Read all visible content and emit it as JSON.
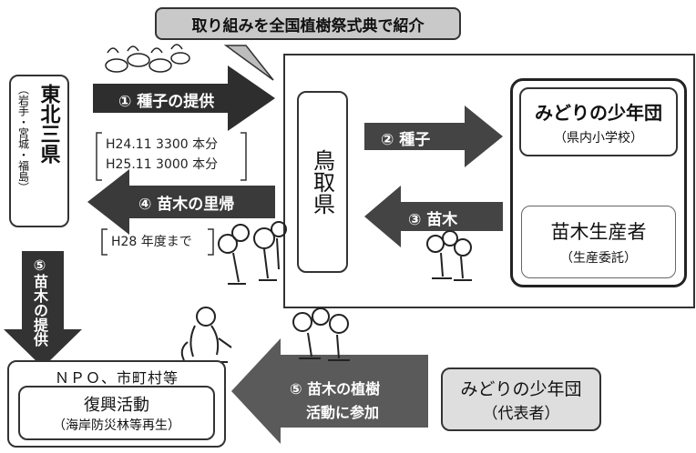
{
  "banner": {
    "text": "取り組みを全国植樹祭式典で紹介"
  },
  "tohoku": {
    "name": "東北三県",
    "sub": "（岩手・宮城・福島）"
  },
  "tottori": {
    "name": "鳥取県"
  },
  "steps": {
    "s1": "① 種子の提供",
    "s2": "② 種子",
    "s3": "③ 苗木",
    "s4": "④ 苗木の里帰",
    "s5v": "⑤苗木の提供",
    "s5a": "⑤ 苗木の植樹",
    "s5b": "活動に参加"
  },
  "bracket1": {
    "line1": "H24.11 3300 本分",
    "line2": "H25.11 3000 本分"
  },
  "bracket2": {
    "line1": "H28 年度まで"
  },
  "midori": {
    "title": "みどりの少年団",
    "sub": "（県内小学校）"
  },
  "nursery": {
    "title": "苗木生産者",
    "sub": "（生産委託）"
  },
  "npo": {
    "title": "ＮＰＯ、市町村等",
    "inner1": "復興活動",
    "inner2": "（海岸防災林等再生）"
  },
  "midori_rep": {
    "title": "みどりの少年団",
    "sub": "（代表者）"
  },
  "colors": {
    "arrow": "#2e2e2e",
    "arrow_alt": "#5a5a5a",
    "banner": "#c9c9c9"
  }
}
